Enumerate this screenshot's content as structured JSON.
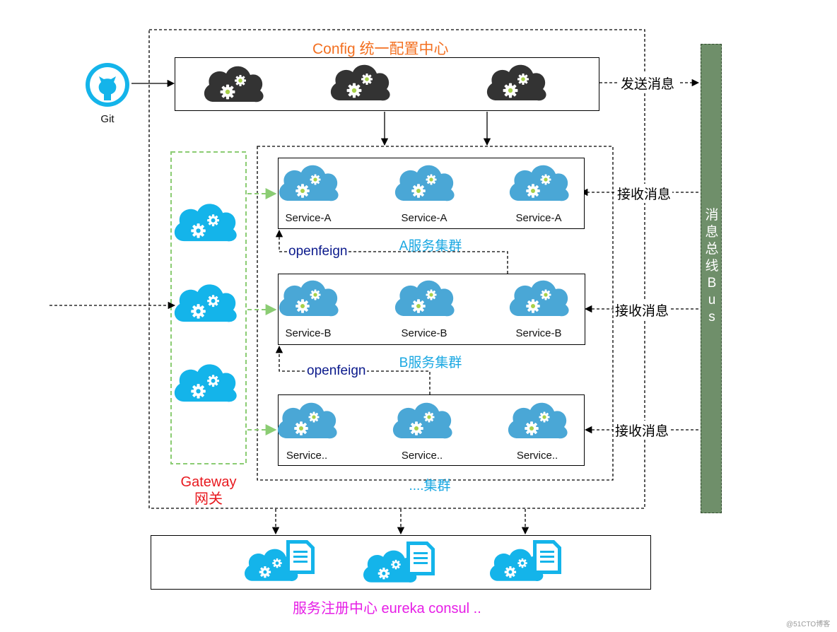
{
  "config": {
    "title": "Config 统一配置中心"
  },
  "git": {
    "label": "Git"
  },
  "bus": {
    "label_chars": [
      "消",
      "息",
      "总",
      "线",
      "B",
      "u",
      "s"
    ]
  },
  "messages": {
    "send": "发送消息",
    "receive": "接收消息"
  },
  "gateway": {
    "title_line1": "Gateway",
    "title_line2": "网关"
  },
  "clusters": [
    {
      "services": [
        "Service-A",
        "Service-A",
        "Service-A"
      ],
      "label": "A服务集群"
    },
    {
      "services": [
        "Service-B",
        "Service-B",
        "Service-B"
      ],
      "label": "B服务集群"
    },
    {
      "services": [
        "Service..",
        "Service..",
        "Service.."
      ],
      "label": "....集群"
    }
  ],
  "openfeign": {
    "label": "openfeign"
  },
  "registry": {
    "title": "服务注册中心 eureka consul .."
  },
  "watermark": {
    "text": "@51CTO博客"
  },
  "colors": {
    "config_title": "#f37021",
    "gateway_title": "#e8191f",
    "registry_title": "#e61ee6",
    "cluster_label": "#1ba8e2",
    "openfeign": "#0b1a8c",
    "bus": "#6f8f6a",
    "gateway_border": "#8bcc73",
    "cloud_blue": "#14b4ea",
    "cloud_dark": "#333333",
    "gear_green": "#a8d14a"
  },
  "icons": [
    "github-icon",
    "cloud-gear-icon",
    "document-icon"
  ]
}
